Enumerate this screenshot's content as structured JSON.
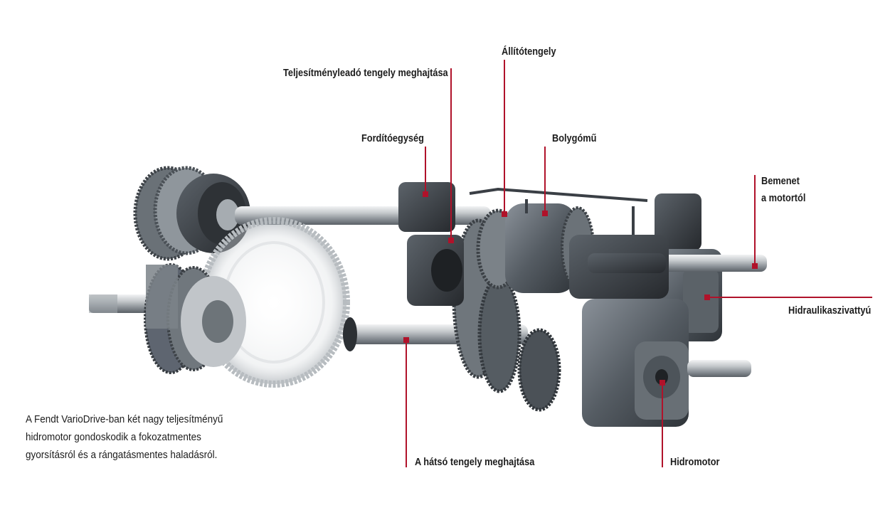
{
  "labels": {
    "pto": "Teljesítményleadó tengely meghajtása",
    "adjusting_shaft": "Állítótengely",
    "reversing_unit": "Fordítóegység",
    "planetary_gear": "Bolygómű",
    "input_line1": "Bemenet",
    "input_line2": "a motortól",
    "hydraulic_pump": "Hidraulikaszivattyú",
    "rear_axle_drive": "A hátsó tengely meghajtása",
    "hydromotor": "Hidromotor"
  },
  "caption": {
    "line1": "A Fendt VarioDrive-ban két nagy teljesítményű",
    "line2": "hidromotor gondoskodik a fokozatmentes",
    "line3": "gyorsításról és a rángatásmentes haladásról."
  },
  "colors": {
    "leader": "#b0122a",
    "metal_dark": "#3a3f45",
    "metal_mid": "#6c737b",
    "metal_light": "#c9cdd1"
  }
}
